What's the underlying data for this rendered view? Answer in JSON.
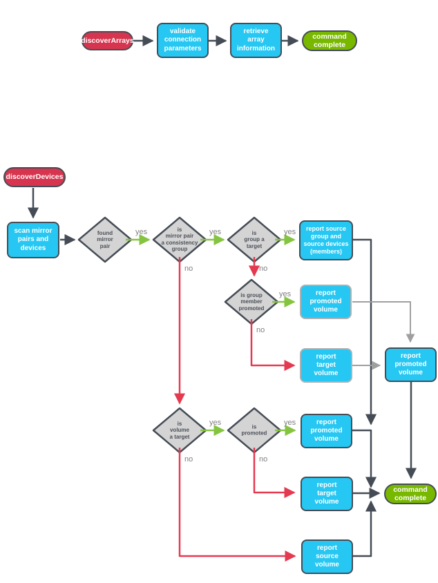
{
  "labels": {
    "yes": "yes",
    "no": "no"
  },
  "colors": {
    "node_red": "#d7354f",
    "node_cyan": "#26c7f2",
    "node_green": "#78b800",
    "node_gray": "#d4d4d4",
    "border_dark": "#454c55",
    "border_light": "#aeb1b3",
    "arrow_dark": "#454c55",
    "arrow_gray": "#9f9f9f",
    "arrow_red": "#e43a50",
    "arrow_green": "#85c440",
    "edge_label_gray": "#7f7f7f"
  },
  "flow_discover_arrays": {
    "start": {
      "label": "discoverArrays"
    },
    "validate": {
      "label": "validate\nconnection\nparameters"
    },
    "retrieve": {
      "label": "retrieve\narray\ninformation"
    },
    "command_complete": {
      "label": "command\ncomplete"
    }
  },
  "flow_discover_devices": {
    "start": {
      "label": "discoverDevices"
    },
    "scan": {
      "label": "scan mirror\npairs and\ndevices"
    },
    "found_pair": {
      "label": "found\nmirror\npair"
    },
    "consistency_group": {
      "label": "is\nmirror pair\na consistency\ngroup"
    },
    "group_target": {
      "label": "is\ngroup a\ntarget"
    },
    "member_promoted": {
      "label": "is group\nmember\npromoted"
    },
    "volume_target": {
      "label": "is\nvolume\na target"
    },
    "promoted": {
      "label": "is\npromoted"
    },
    "report_source_group": {
      "label": "report source\ngroup and\nsource devices\n(members)"
    },
    "report_promoted_member": {
      "label": "report\npromoted\nvolume"
    },
    "report_target_member": {
      "label": "report\ntarget\nvolume"
    },
    "report_promoted_merge": {
      "label": "report\npromoted\nvolume"
    },
    "report_promoted_volume": {
      "label": "report\npromoted\nvolume"
    },
    "report_target_volume": {
      "label": "report\ntarget\nvolume"
    },
    "report_source_volume": {
      "label": "report\nsource\nvolume"
    },
    "command_complete": {
      "label": "command\ncomplete"
    }
  }
}
